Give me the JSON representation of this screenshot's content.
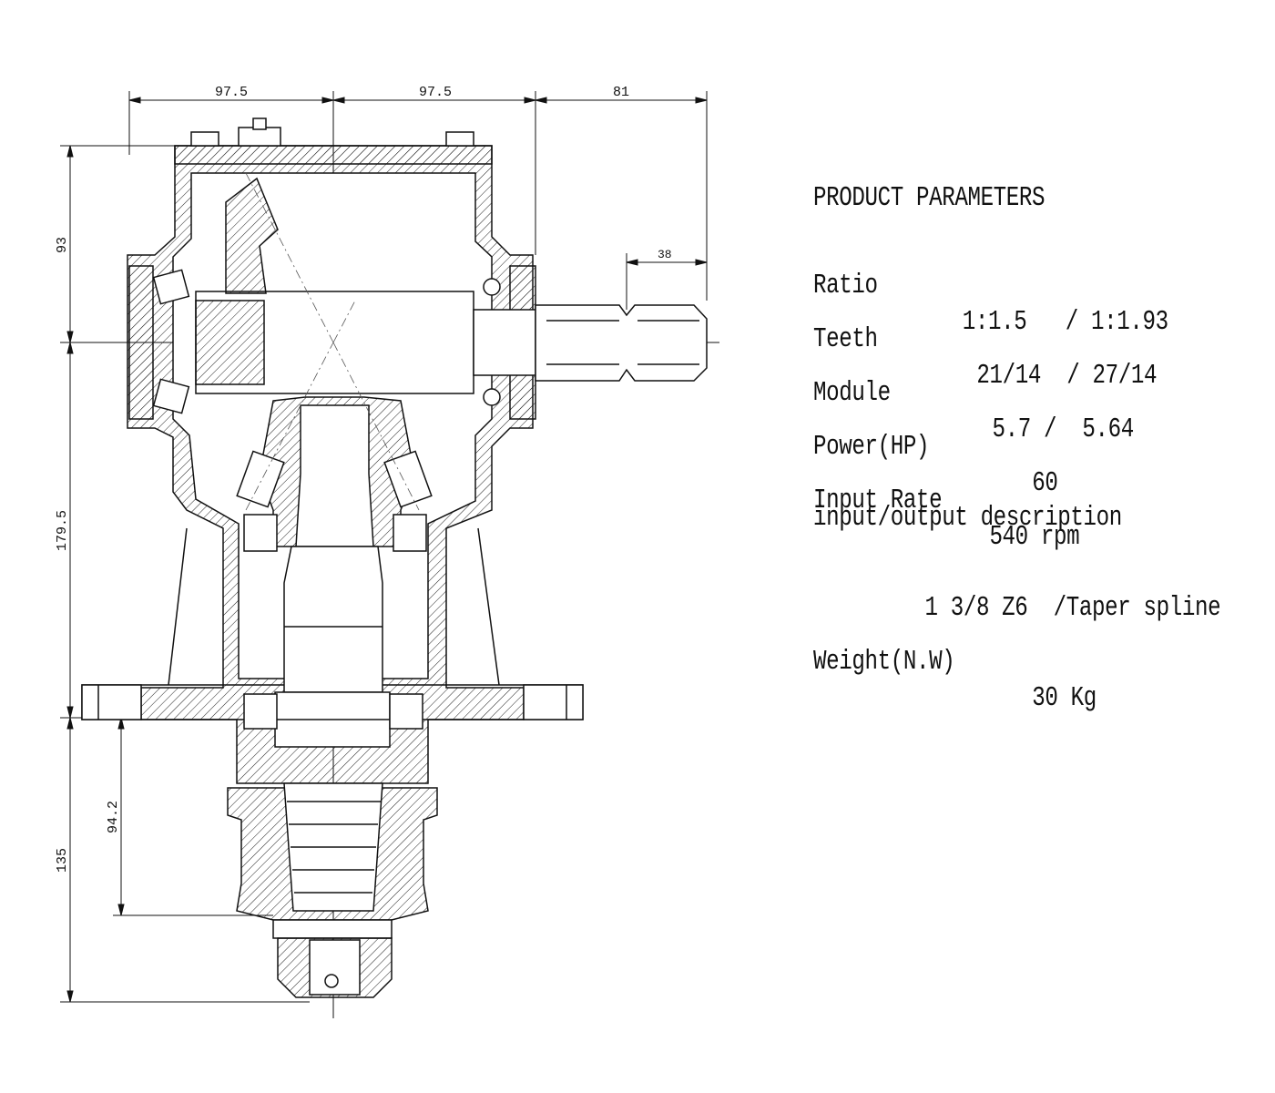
{
  "dimensions": {
    "top_left": "97.5",
    "top_mid": "97.5",
    "top_right": "81",
    "shaft_width": "38",
    "left_upper": "93",
    "left_mid": "179.5",
    "left_lower": "135",
    "inner_lower": "94.2"
  },
  "parameters": {
    "title": "PRODUCT PARAMETERS",
    "ratio_label": "Ratio",
    "ratio_value": "1:1.5   / 1:1.93",
    "teeth_label": "Teeth",
    "teeth_value": "21/14  / 27/14",
    "module_label": "Module",
    "module_value": "5.7 /  5.64",
    "power_label": "Power(HP)",
    "power_value": "60",
    "input_rate_label": "Input Rate",
    "input_rate_value": "540 rpm",
    "io_label": "input/output description",
    "io_value": "1 3/8 Z6  /Taper spline",
    "weight_label": "Weight(N.W)",
    "weight_value": "30 Kg"
  }
}
